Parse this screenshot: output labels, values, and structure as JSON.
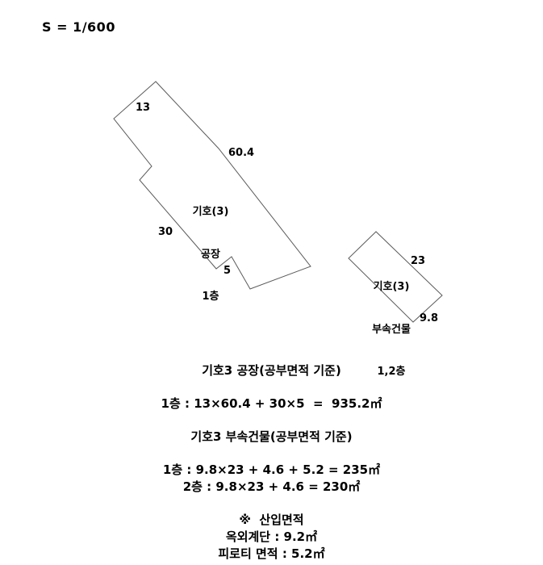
{
  "document": {
    "scale_note": "S = 1/600"
  },
  "plan": {
    "factory": {
      "labels": {
        "line1": "기호(3)",
        "line2": "공장",
        "line3": "1층"
      },
      "dimensions": {
        "top_left": "13",
        "long_side": "60.4",
        "left_lower": "30",
        "notch": "5"
      }
    },
    "annex": {
      "labels": {
        "line1": "기호(3)",
        "line2": "부속건물",
        "line3": "1,2층"
      },
      "dimensions": {
        "long_side": "23",
        "short_side": "9.8"
      }
    },
    "stroke_color": "#5a5a5a",
    "fill_color": "#ffffff"
  },
  "summary": {
    "factory_heading": "기호3 공장(공부면적 기준)",
    "factory_floor1": "1층 : 13×60.4 + 30×5  =  935.2㎡",
    "annex_heading": "기호3 부속건물(공부면적 기준)",
    "annex_floor1": "1층 : 9.8×23 + 4.6 + 5.2 = 235㎡",
    "annex_floor2": "2층 : 9.8×23 + 4.6 = 230㎡",
    "included_heading": "※  산입면적",
    "included_stairs": "옥외계단 : 9.2㎡",
    "included_piloti": "피로티 면적 : 5.2㎡"
  }
}
